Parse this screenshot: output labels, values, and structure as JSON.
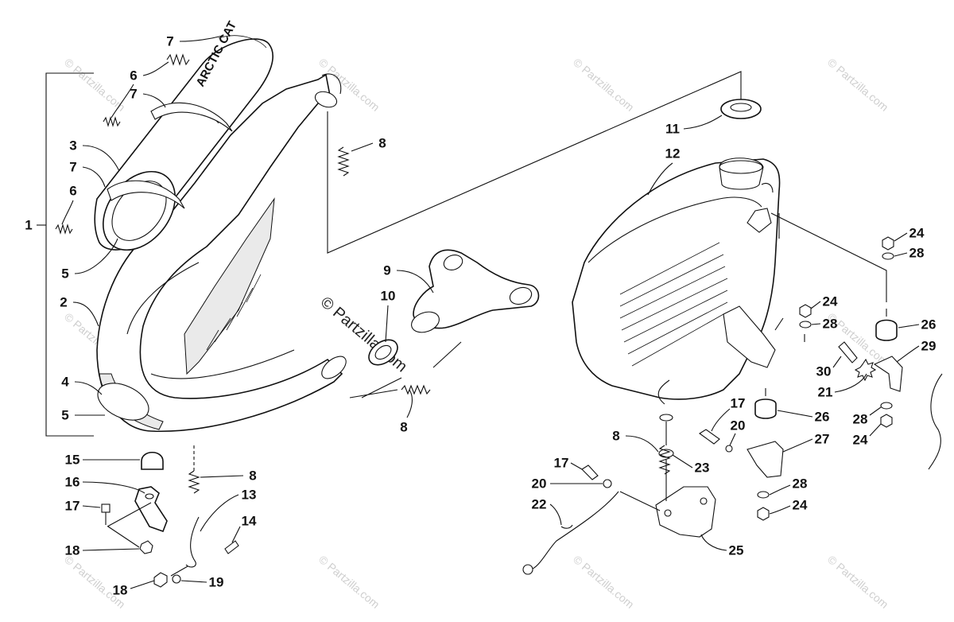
{
  "watermark": {
    "text": "© Partzilla.com",
    "center_text": "© Partzilla.com"
  },
  "muffler_brand": "ARCTIC CAT",
  "callouts": {
    "p1": "1",
    "p2": "2",
    "p3": "3",
    "p4": "4",
    "p5a": "5",
    "p5b": "5",
    "p6a": "6",
    "p6b": "6",
    "p7a": "7",
    "p7b": "7",
    "p7c": "7",
    "p8a": "8",
    "p8b": "8",
    "p8c": "8",
    "p8d": "8",
    "p9": "9",
    "p10": "10",
    "p11": "11",
    "p12": "12",
    "p13": "13",
    "p14": "14",
    "p15": "15",
    "p16": "16",
    "p17a": "17",
    "p17b": "17",
    "p17c": "17",
    "p18a": "18",
    "p18b": "18",
    "p19": "19",
    "p20a": "20",
    "p20b": "20",
    "p21": "21",
    "p22": "22",
    "p23": "23",
    "p24a": "24",
    "p24b": "24",
    "p24c": "24",
    "p24d": "24",
    "p25": "25",
    "p26a": "26",
    "p26b": "26",
    "p27": "27",
    "p28a": "28",
    "p28b": "28",
    "p28c": "28",
    "p28d": "28",
    "p29": "29",
    "p30": "30"
  }
}
